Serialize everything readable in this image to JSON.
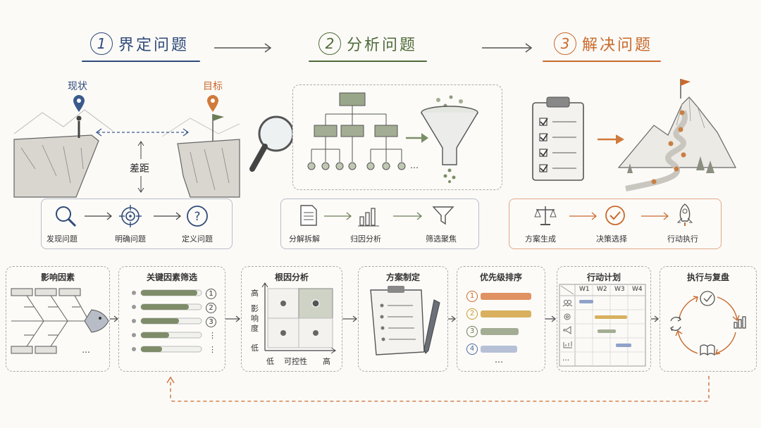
{
  "steps": [
    {
      "num": "1",
      "title": "界定问题",
      "color": "#2f4a7a"
    },
    {
      "num": "2",
      "title": "分析问题",
      "color": "#4f6b3a"
    },
    {
      "num": "3",
      "title": "解决问题",
      "color": "#c96a2c"
    }
  ],
  "define": {
    "current_label": "现状",
    "goal_label": "目标",
    "gap_label": "差距",
    "flow": [
      "发现问题",
      "明确问题",
      "定义问题"
    ]
  },
  "analyze": {
    "more": "…",
    "flow": [
      "分解拆解",
      "归因分析",
      "筛选聚焦"
    ]
  },
  "solve": {
    "flow": [
      "方案生成",
      "决策选择",
      "行动执行"
    ]
  },
  "cards": {
    "fishbone": {
      "title": "影响因素",
      "more": "…"
    },
    "key_factors": {
      "title": "关键因素筛选",
      "ranks": [
        "1",
        "2",
        "3",
        "⋮",
        "⋮"
      ]
    },
    "root_cause": {
      "title": "根因分析",
      "y_axis": "影响度",
      "y_high": "高",
      "y_low": "低",
      "x_low": "低",
      "x_axis": "可控性",
      "x_high": "高"
    },
    "plan": {
      "title": "方案制定"
    },
    "priority": {
      "title": "优先级排序",
      "ranks": [
        "1",
        "2",
        "3",
        "4"
      ],
      "more": "…"
    },
    "action_plan": {
      "title": "行动计划",
      "weeks": [
        "W1",
        "W2",
        "W3",
        "W4"
      ],
      "more": "…"
    },
    "review": {
      "title": "执行与复盘"
    }
  }
}
